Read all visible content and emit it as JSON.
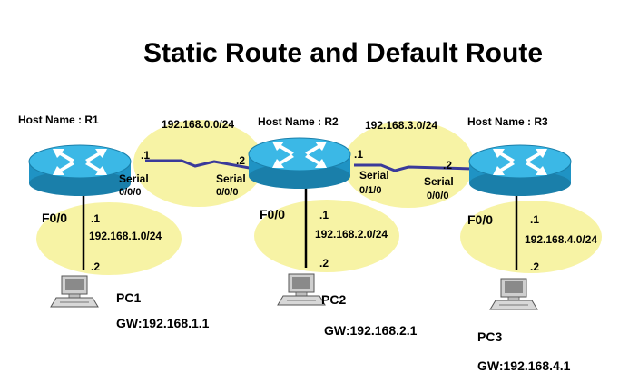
{
  "title": "Static Route and Default Route",
  "colors": {
    "network_bubble": "#f7f3a5",
    "router_body": "#1f93c4",
    "router_top": "#3bb8e6",
    "serial_link": "#3a3a9a"
  },
  "routers": [
    {
      "hostname": "Host Name : R1",
      "icon": "router-icon"
    },
    {
      "hostname": "Host Name : R2",
      "icon": "router-icon"
    },
    {
      "hostname": "Host Name : R3",
      "icon": "router-icon"
    }
  ],
  "serial_links": [
    {
      "network": "192.168.0.0/24",
      "left_host": ".1",
      "left_iface_line1": "Serial",
      "left_iface_line2": "0/0/0",
      "right_host": ".2",
      "right_iface_line1": "Serial",
      "right_iface_line2": "0/0/0"
    },
    {
      "network": "192.168.3.0/24",
      "left_host": ".1",
      "left_iface_line1": "Serial",
      "left_iface_line2": "0/1/0",
      "right_host": ".2",
      "right_iface_line1": "Serial",
      "right_iface_line2": "0/0/0"
    }
  ],
  "lans": [
    {
      "iface": "F0/0",
      "router_host": ".1",
      "network": "192.168.1.0/24",
      "pc_host": ".2",
      "pc_name": "PC1",
      "gateway": "GW:192.168.1.1"
    },
    {
      "iface": "F0/0",
      "router_host": ".1",
      "network": "192.168.2.0/24",
      "pc_host": ".2",
      "pc_name": "PC2",
      "gateway": "GW:192.168.2.1"
    },
    {
      "iface": "F0/0",
      "router_host": ".1",
      "network": "192.168.4.0/24",
      "pc_host": ".2",
      "pc_name": "PC3",
      "gateway": "GW:192.168.4.1"
    }
  ]
}
